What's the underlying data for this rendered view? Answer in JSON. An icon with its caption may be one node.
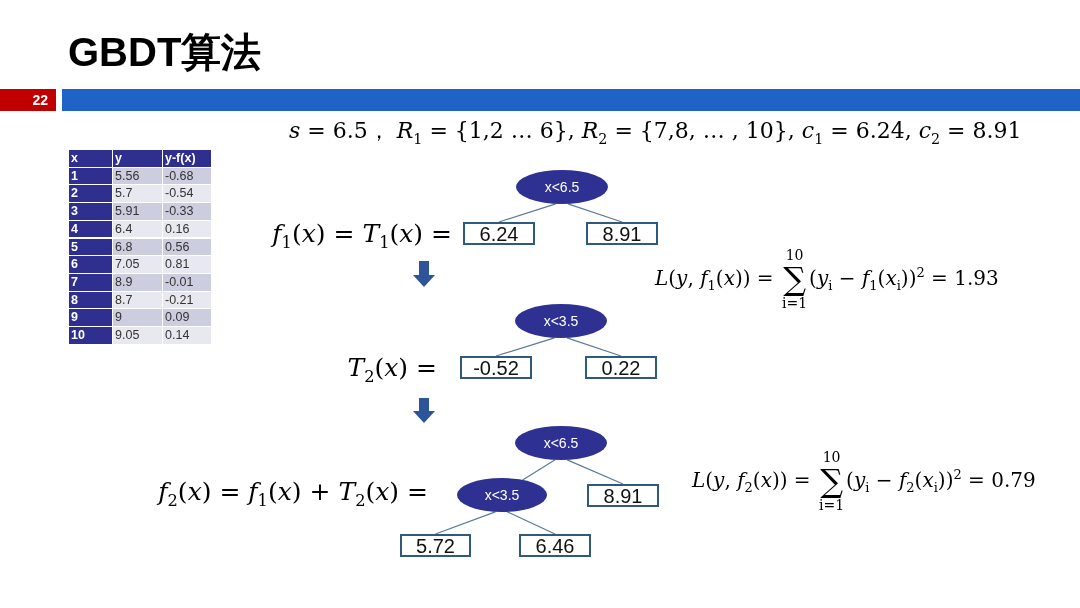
{
  "diagram": {
    "title": "GBDT算法",
    "nodes": [
      {
        "text": [
          "x<6.5"
        ]
      },
      {
        "text": [
          "6.24"
        ]
      },
      {
        "text": [
          "8.91"
        ]
      },
      {
        "text": [
          "x<3.5"
        ]
      },
      {
        "text": [
          "-0.52"
        ]
      },
      {
        "text": [
          "0.22"
        ]
      },
      {
        "text": [
          "x<6.5"
        ]
      },
      {
        "text": [
          "x<3.5"
        ]
      },
      {
        "text": [
          "8.91"
        ]
      },
      {
        "text": [
          "5.72"
        ]
      },
      {
        "text": [
          "6.46"
        ]
      }
    ],
    "edges": [
      {
        "from": 0,
        "to": 1,
        "arrow": "none"
      },
      {
        "from": 0,
        "to": 2,
        "arrow": "none"
      },
      {
        "from": 3,
        "to": 4,
        "arrow": "none"
      },
      {
        "from": 3,
        "to": 5,
        "arrow": "none"
      },
      {
        "from": 6,
        "to": 7,
        "arrow": "none"
      },
      {
        "from": 6,
        "to": 8,
        "arrow": "none"
      },
      {
        "from": 7,
        "to": 9,
        "arrow": "none"
      },
      {
        "from": 7,
        "to": 10,
        "arrow": "none"
      }
    ],
    "labels": [
      "22",
      "*s* = 6.5， *R*$_{1}$ = {1,2 … 6}, *R*$_{2}$ = {7,8, … , 10}, *c*$_{1}$ = 6.24, *c*$_{2}$ = 8.91",
      "x",
      "y",
      "y-f(x)",
      "1",
      "5.56",
      "-0.68",
      "2",
      "5.7",
      "-0.54",
      "3",
      "5.91",
      "-0.33",
      "4",
      "6.4",
      "0.16",
      "5",
      "6.8",
      "0.56",
      "6",
      "7.05",
      "0.81",
      "7",
      "8.9",
      "-0.01",
      "8",
      "8.7",
      "-0.21",
      "9",
      "9",
      "0.09",
      "10",
      "9.05",
      "0.14",
      "*f*$_{1}$(*x*) = *T*$_{1}$(*x*) =",
      "*L*(*y*, *f*$_{1}$(*x*)) = ∑$_{i=1}$$^{10}$(*y*$_{i}$ − *f*$_{1}$(*x*$_{i}$))$^{2}$ = 1.93",
      "*T*$_{2}$(*x*) =",
      "*f*$_{2}$(*x*) = *f*$_{1}$(*x*) + *T*$_{2}$(*x*) =",
      "*L*(*y*, *f*$_{2}$(*x*)) = ∑$_{i=1}$$^{10}$(*y*$_{i}$ − *f*$_{2}$(*x*$_{i}$))$^{2}$ = 0.79"
    ]
  }
}
